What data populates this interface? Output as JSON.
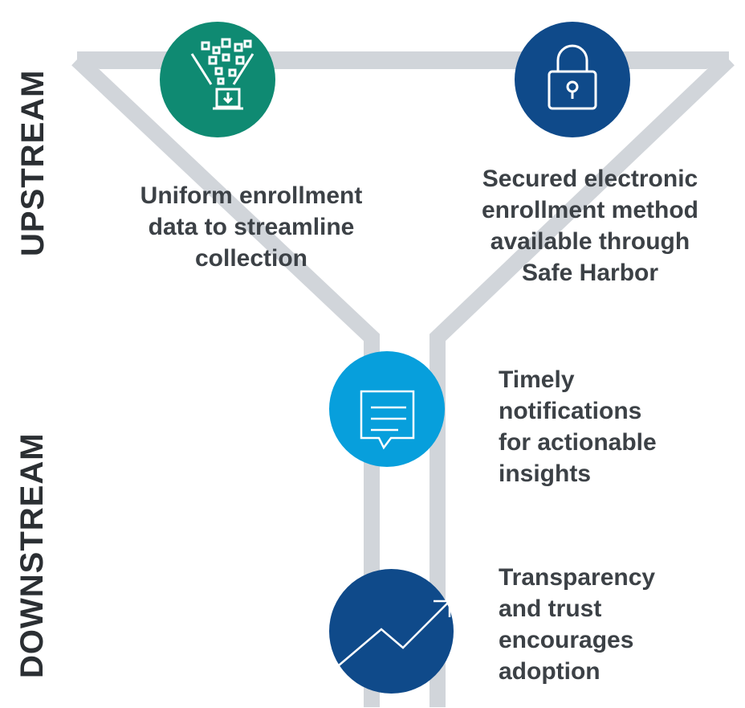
{
  "labels": {
    "upstream": "UPSTREAM",
    "downstream": "DOWNSTREAM"
  },
  "colors": {
    "funnel": "#d1d5da",
    "green": "#0f8a72",
    "navy": "#0f4a8a",
    "sky": "#079fdc",
    "text": "#3c4146"
  },
  "items": [
    {
      "icon": "data-download-laptop-icon",
      "lines": [
        "Uniform enrollment",
        "data to streamline",
        "collection"
      ]
    },
    {
      "icon": "padlock-icon",
      "lines": [
        "Secured electronic",
        "enrollment method",
        "available through",
        "Safe Harbor"
      ]
    },
    {
      "icon": "chat-bubble-icon",
      "lines": [
        "Timely",
        "notifications",
        "for actionable",
        "insights"
      ]
    },
    {
      "icon": "trend-up-arrow-icon",
      "lines": [
        "Transparency",
        "and trust",
        "encourages",
        "adoption"
      ]
    }
  ]
}
